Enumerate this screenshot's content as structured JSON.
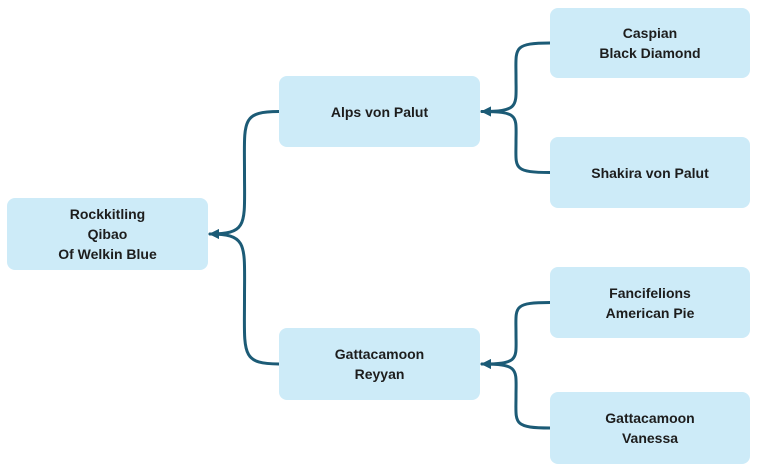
{
  "colors": {
    "node_fill": "#cdebf8",
    "connector": "#1c5b76",
    "text": "#1d1d1d"
  },
  "nodes": {
    "root": {
      "lines": [
        "Rockkitling",
        "Qibao",
        "Of Welkin Blue"
      ]
    },
    "sire": {
      "lines": [
        "Alps von Palut"
      ]
    },
    "dam": {
      "lines": [
        "Gattacamoon",
        "Reyyan"
      ]
    },
    "sire_sire": {
      "lines": [
        "Caspian",
        "Black Diamond"
      ]
    },
    "sire_dam": {
      "lines": [
        "Shakira von Palut"
      ]
    },
    "dam_sire": {
      "lines": [
        "Fancifelions",
        "American Pie"
      ]
    },
    "dam_dam": {
      "lines": [
        "Gattacamoon",
        "Vanessa"
      ]
    }
  }
}
